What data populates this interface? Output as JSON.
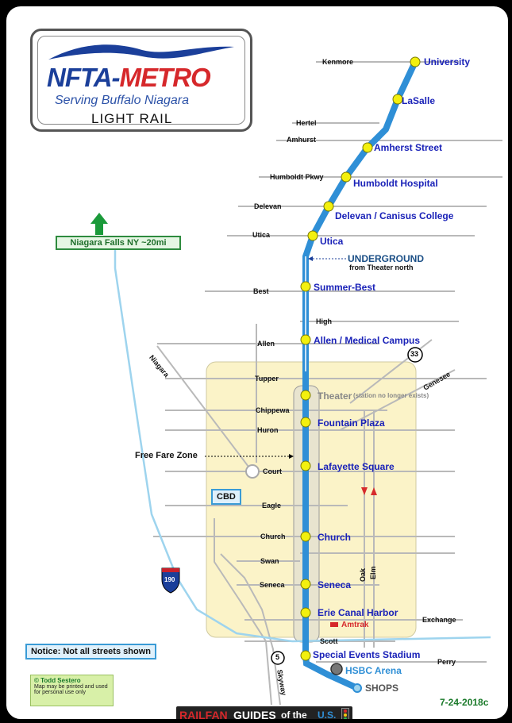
{
  "logo": {
    "brand_left": "NFTA-",
    "brand_right": "METRO",
    "tagline": "Serving Buffalo Niagara",
    "service": "LIGHT RAIL"
  },
  "colors": {
    "rail_line": "#2f8fd6",
    "station_dot": "#f3f00e",
    "station_label": "#1a22b8",
    "free_fare_zone": "#fbf3c8",
    "street": "#b9b9b9",
    "interstate_shield": "#c8202b"
  },
  "stations": [
    {
      "name": "University"
    },
    {
      "name": "LaSalle"
    },
    {
      "name": "Amherst Street"
    },
    {
      "name": "Humboldt Hospital"
    },
    {
      "name": "Delevan / Canisus College"
    },
    {
      "name": "Utica"
    },
    {
      "name": "Summer-Best"
    },
    {
      "name": "Allen / Medical Campus"
    },
    {
      "name": "Theater"
    },
    {
      "name": "Fountain Plaza"
    },
    {
      "name": "Lafayette Square"
    },
    {
      "name": "Church"
    },
    {
      "name": "Seneca"
    },
    {
      "name": "Erie Canal Harbor"
    },
    {
      "name": "Special Events Stadium"
    }
  ],
  "theater_note": "(station no longer exists)",
  "hsbc": "HSBC Arena",
  "shops": "SHOPS",
  "underground": {
    "title": "UNDERGROUND",
    "sub": "from Theater north"
  },
  "streets": {
    "kenmore": "Kenmore",
    "hertel": "Hertel",
    "amherst": "Amhurst",
    "humboldt": "Humboldt Pkwy",
    "delevan": "Delevan",
    "utica": "Utica",
    "best": "Best",
    "high": "High",
    "allen": "Allen",
    "niagara": "Niagara",
    "tupper": "Tupper",
    "genesee": "Genesee",
    "chippewa": "Chippewa",
    "huron": "Huron",
    "court": "Court",
    "eagle": "Eagle",
    "church": "Church",
    "swan": "Swan",
    "seneca": "Seneca",
    "exchange": "Exchange",
    "scott": "Scott",
    "perry": "Perry",
    "oak": "Oak",
    "elm": "Elm",
    "skyway": "Skyway"
  },
  "route_33": "33",
  "route_5": "5",
  "interstate": "190",
  "falls_sign": "Niagara Falls NY ~20mi",
  "free_fare_zone": "Free Fare Zone",
  "cbd": "CBD",
  "amtrak": "Amtrak",
  "notice": "Notice: Not all streets shown",
  "credit": {
    "author": "Todd Sestero",
    "note": "Map may be printed and used for personal use only"
  },
  "brandbar": {
    "a": "RAILFAN",
    "b": " GUIDES",
    "c": " of the ",
    "d": "U.S."
  },
  "date": "7-24-2018c"
}
